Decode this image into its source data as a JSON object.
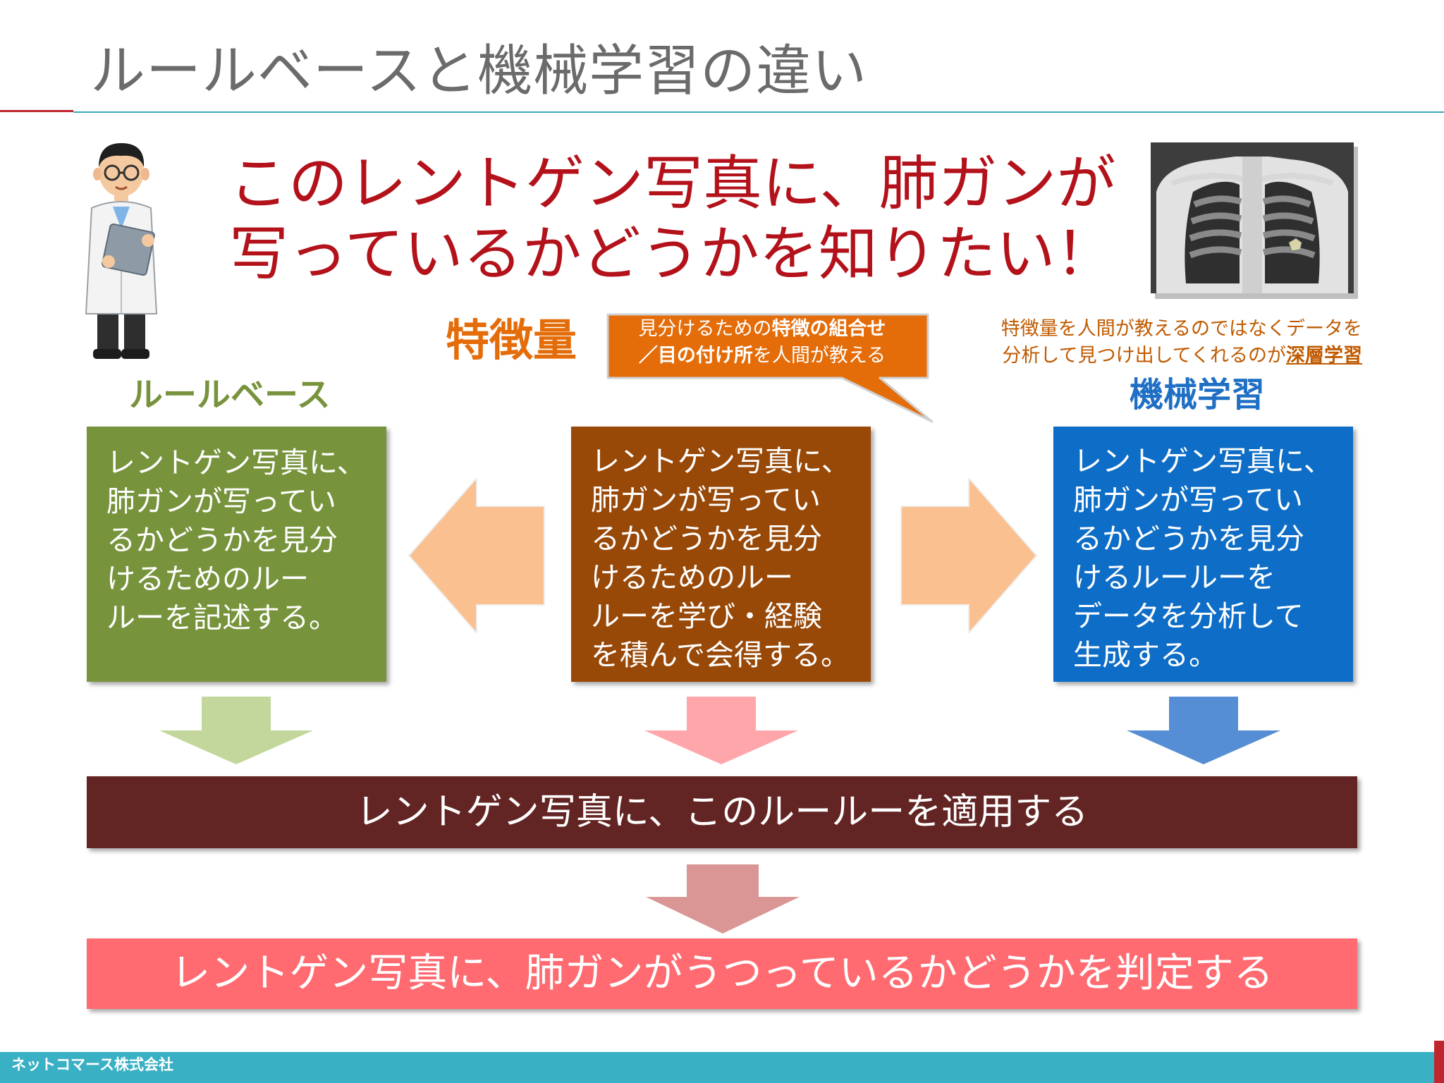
{
  "title": "ルールベースと機械学習の違い",
  "question": {
    "line1": "このレントゲン写真に、肺ガンが",
    "line2": "写っているかどうかを知りたい！"
  },
  "feature": {
    "label": "特徴量",
    "bubble_line1_a": "見分けるための",
    "bubble_line1_b": "特徴の組合せ",
    "bubble_line2_a": "／目の付け所",
    "bubble_line2_b": "を人間が教える"
  },
  "ml_note": {
    "line1": "特徴量を人間が教えるのではなくデータを",
    "line2_a": "分析して見つけ出してくれるのが",
    "line2_b": "深層学習"
  },
  "labels": {
    "rule_based": "ルールベース",
    "machine_learning": "機械学習"
  },
  "boxes": {
    "rule_based": [
      "レントゲン写真に、",
      "肺ガンが写ってい",
      "るかどうかを見分",
      "けるためのルー",
      "ルーを記述する。"
    ],
    "feature": [
      "レントゲン写真に、",
      "肺ガンが写ってい",
      "るかどうかを見分",
      "けるためのルー",
      "ルーを学び・経験",
      "を積んで会得する。"
    ],
    "machine_learning": [
      "レントゲン写真に、",
      "肺ガンが写ってい",
      "るかどうかを見分",
      "けるルールーを",
      "データを分析して",
      "生成する。"
    ]
  },
  "apply_bar": "レントゲン写真に、このルールーを適用する",
  "judge_bar": "レントゲン写真に、肺ガンがうつっているかどうかを判定する",
  "footer": "ネットコマース株式会社",
  "colors": {
    "title_gray": "#6b6b6b",
    "question_red": "#b3121b",
    "rule_green": "#77933c",
    "feature_brown": "#984807",
    "ml_blue": "#0e6dc6",
    "apply_maroon": "#632523",
    "judge_pink": "#ff6b70",
    "bubble_orange": "#e46d0a",
    "footer_teal": "#3ab0c4"
  },
  "icons": {
    "doctor": "doctor-illustration",
    "xray": "chest-xray-image"
  }
}
